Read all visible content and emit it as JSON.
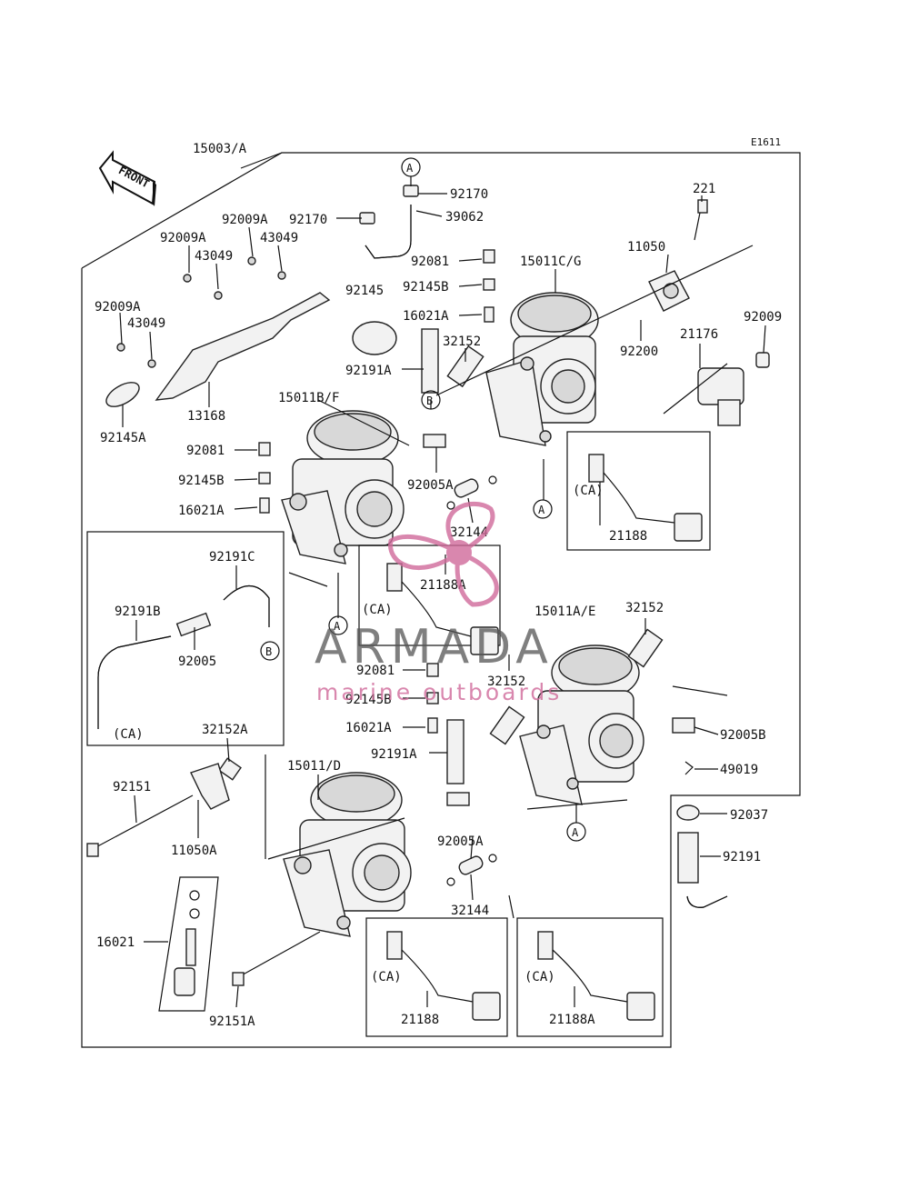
{
  "diagram_id": "E1611",
  "front_label": "FRONT",
  "labels": [
    {
      "key": "l01",
      "text": "15003/A"
    },
    {
      "key": "l02",
      "text": "92170"
    },
    {
      "key": "l03",
      "text": "92170"
    },
    {
      "key": "l04",
      "text": "39062"
    },
    {
      "key": "l05",
      "text": "221"
    },
    {
      "key": "l06",
      "text": "11050"
    },
    {
      "key": "l07",
      "text": "92009A"
    },
    {
      "key": "l08",
      "text": "92009A"
    },
    {
      "key": "l09",
      "text": "43049"
    },
    {
      "key": "l10",
      "text": "43049"
    },
    {
      "key": "l11",
      "text": "92081"
    },
    {
      "key": "l12",
      "text": "15011C/G"
    },
    {
      "key": "l13",
      "text": "92145"
    },
    {
      "key": "l14",
      "text": "92145B"
    },
    {
      "key": "l15",
      "text": "16021A"
    },
    {
      "key": "l16",
      "text": "92009A"
    },
    {
      "key": "l17",
      "text": "43049"
    },
    {
      "key": "l18",
      "text": "32152"
    },
    {
      "key": "l19",
      "text": "92200"
    },
    {
      "key": "l20",
      "text": "21176"
    },
    {
      "key": "l21",
      "text": "92009"
    },
    {
      "key": "l22",
      "text": "92191A"
    },
    {
      "key": "l23",
      "text": "13168"
    },
    {
      "key": "l24",
      "text": "15011B/F"
    },
    {
      "key": "l25",
      "text": "92145A"
    },
    {
      "key": "l26",
      "text": "92081"
    },
    {
      "key": "l27",
      "text": "92145B"
    },
    {
      "key": "l28",
      "text": "16021A"
    },
    {
      "key": "l29",
      "text": "92005A"
    },
    {
      "key": "l30",
      "text": "(CA)"
    },
    {
      "key": "l31",
      "text": "32144"
    },
    {
      "key": "l32",
      "text": "21188"
    },
    {
      "key": "l33",
      "text": "92191C"
    },
    {
      "key": "l34",
      "text": "21188A"
    },
    {
      "key": "l35",
      "text": "92191B"
    },
    {
      "key": "l36",
      "text": "(CA)"
    },
    {
      "key": "l37",
      "text": "15011A/E"
    },
    {
      "key": "l38",
      "text": "32152"
    },
    {
      "key": "l39",
      "text": "92005"
    },
    {
      "key": "l40",
      "text": "92081"
    },
    {
      "key": "l41",
      "text": "32152"
    },
    {
      "key": "l42",
      "text": "92145B"
    },
    {
      "key": "l43",
      "text": "(CA)"
    },
    {
      "key": "l44",
      "text": "16021A"
    },
    {
      "key": "l45",
      "text": "32152A"
    },
    {
      "key": "l46",
      "text": "92191A"
    },
    {
      "key": "l47",
      "text": "92005B"
    },
    {
      "key": "l48",
      "text": "15011/D"
    },
    {
      "key": "l49",
      "text": "49019"
    },
    {
      "key": "l50",
      "text": "92151"
    },
    {
      "key": "l51",
      "text": "92037"
    },
    {
      "key": "l52",
      "text": "11050A"
    },
    {
      "key": "l53",
      "text": "92005A"
    },
    {
      "key": "l54",
      "text": "92191"
    },
    {
      "key": "l55",
      "text": "32144"
    },
    {
      "key": "l56",
      "text": "16021"
    },
    {
      "key": "l57",
      "text": "(CA)"
    },
    {
      "key": "l58",
      "text": "(CA)"
    },
    {
      "key": "l59",
      "text": "92151A"
    },
    {
      "key": "l60",
      "text": "21188"
    },
    {
      "key": "l61",
      "text": "21188A"
    }
  ],
  "callouts": [
    {
      "key": "c1",
      "text": "A"
    },
    {
      "key": "c2",
      "text": "B"
    },
    {
      "key": "c3",
      "text": "A"
    },
    {
      "key": "c4",
      "text": "B"
    },
    {
      "key": "c5",
      "text": "A"
    },
    {
      "key": "c6",
      "text": "A"
    }
  ],
  "watermark": {
    "brand": "ARMADA",
    "tagline": "marine outboards"
  },
  "colors": {
    "ink": "#111111",
    "watermark_pink": "#d06a9a",
    "watermark_gray": "#555555"
  }
}
